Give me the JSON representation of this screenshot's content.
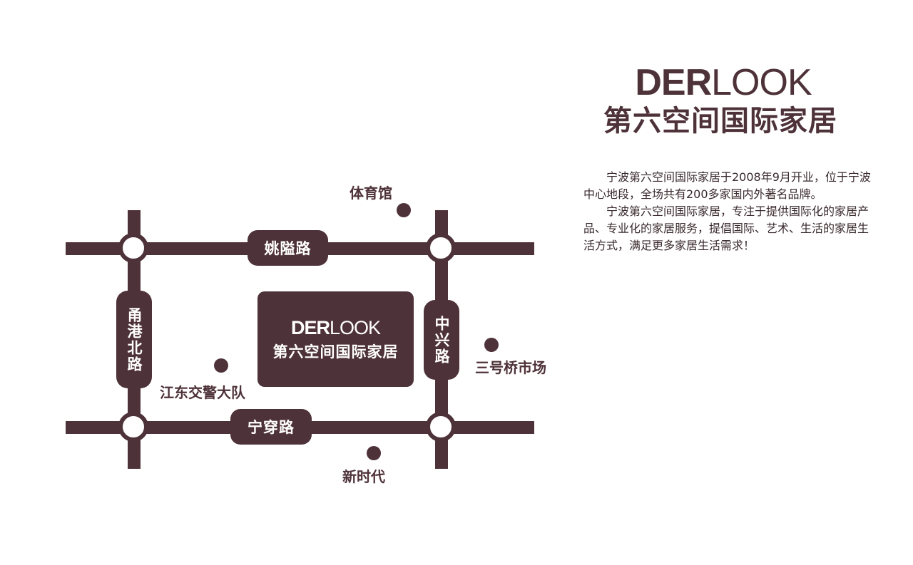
{
  "brand": {
    "name_bold": "DER",
    "name_light": "LOOK",
    "subtitle": "第六空间国际家居"
  },
  "description": [
    "宁波第六空间国际家居于2008年9月开业，位于宁波中心地段，全场共有200多家国内外著名品牌。",
    "宁波第六空间国际家居，专注于提供国际化的家居产品、专业化的家居服务，提倡国际、艺术、生活的家居生活方式，满足更多家居生活需求！"
  ],
  "map": {
    "roads": {
      "top": "姚隘路",
      "bottom": "宁穿路",
      "left": "甬港北路",
      "right": "中兴路"
    },
    "pois": {
      "stadium": "体育馆",
      "traffic_police": "江东交警大队",
      "market": "三号桥市场",
      "new_era": "新时代"
    },
    "center": {
      "name_bold": "DER",
      "name_light": "LOOK",
      "subtitle": "第六空间国际家居"
    }
  },
  "colors": {
    "primary": "#4e3239",
    "background": "#ffffff"
  }
}
